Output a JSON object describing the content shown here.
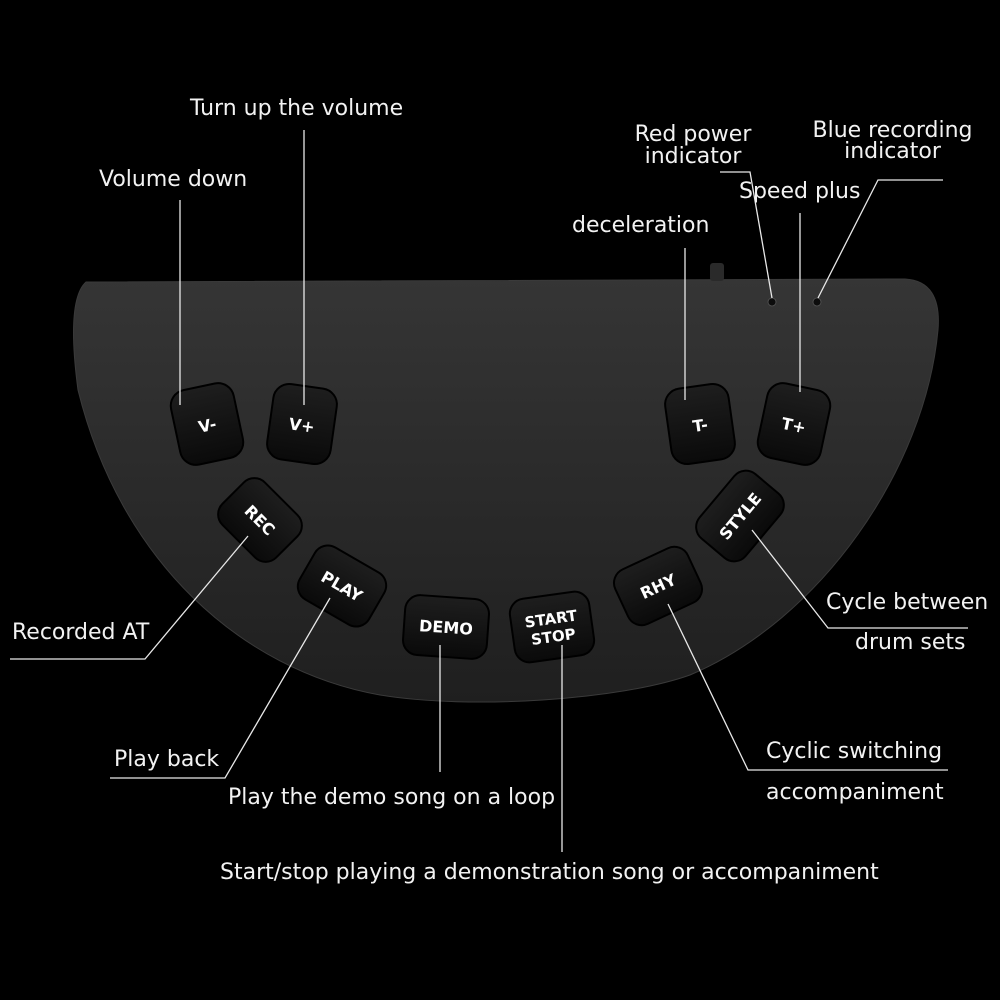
{
  "callouts": {
    "turn_up_volume": "Turn up the volume",
    "volume_down": "Volume down",
    "red_power_indicator_line1": "Red power",
    "red_power_indicator_line2": "indicator",
    "blue_recording_indicator_line1": "Blue recording",
    "blue_recording_indicator_line2": "indicator",
    "speed_plus": "Speed plus",
    "deceleration": "deceleration",
    "cycle_between_drum_sets_line1": "Cycle between",
    "cycle_between_drum_sets_line2": "drum sets",
    "recorded_at": "Recorded AT",
    "play_back": "Play back",
    "play_demo_loop": "Play the demo song on a loop",
    "cyclic_switching_line1": "Cyclic switching",
    "cyclic_switching_line2": "accompaniment",
    "start_stop_desc": "Start/stop playing a demonstration song or accompaniment"
  },
  "buttons": {
    "v_minus": "V-",
    "v_plus": "V+",
    "t_minus": "T-",
    "t_plus": "T+",
    "rec": "REC",
    "play": "PLAY",
    "demo": "DEMO",
    "start": "START",
    "stop": "STOP",
    "rhy": "RHY",
    "style": "STYLE"
  },
  "colors": {
    "background": "#000000",
    "panel": "#2b2b2b",
    "button": "#141414",
    "text": "#f2f2f2"
  }
}
